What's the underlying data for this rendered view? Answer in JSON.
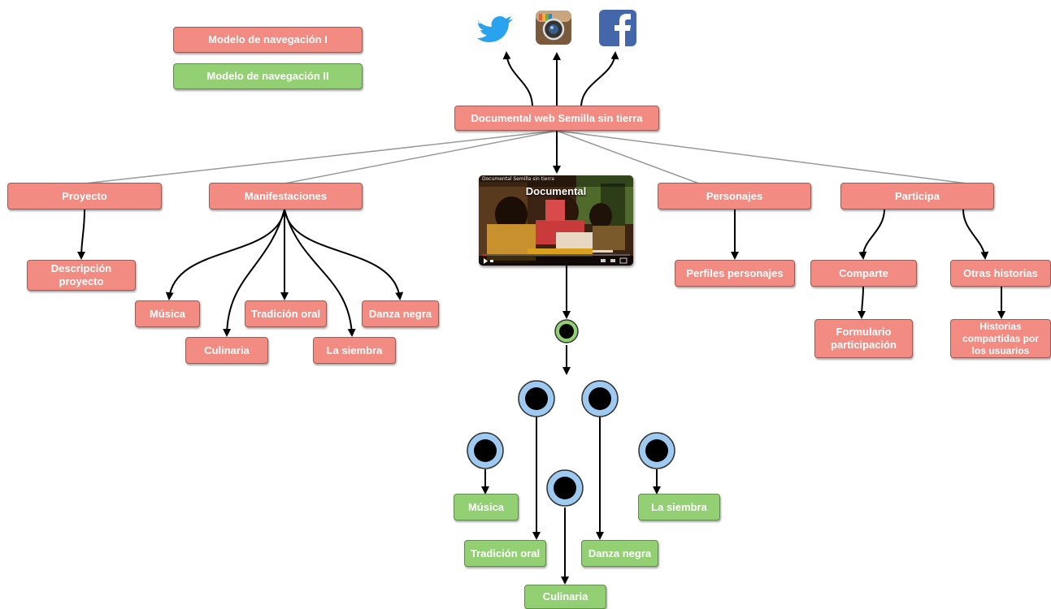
{
  "legend": {
    "model1": "Modelo de navegación I",
    "model2": "Modelo de navegación II"
  },
  "social": [
    "twitter-icon",
    "instagram-icon",
    "facebook-icon"
  ],
  "root": "Documental web Semilla sin tierra",
  "branches": {
    "proyecto": "Proyecto",
    "descripcion": "Descripción proyecto",
    "manifestaciones": "Manifestaciones",
    "musica": "Música",
    "tradicion": "Tradición oral",
    "danza": "Danza negra",
    "culinaria": "Culinaria",
    "siembra": "La siembra",
    "personajes": "Personajes",
    "perfiles": "Perfiles personajes",
    "participa": "Participa",
    "comparte": "Comparte",
    "formulario": "Formulario participación",
    "otras": "Otras historias",
    "historias": "Historias compartidas por los usuarios"
  },
  "video": {
    "title": "Documental",
    "caption": "Documental Semilla sin tierra"
  },
  "model2": {
    "musica": "Música",
    "tradicion": "Tradición oral",
    "culinaria": "Culinaria",
    "danza": "Danza negra",
    "siembra": "La siembra"
  },
  "colors": {
    "model1": "#f28b82",
    "model2": "#93cf73",
    "circle_ring": "#9ec9f0",
    "hub_ring": "#93cf73"
  }
}
